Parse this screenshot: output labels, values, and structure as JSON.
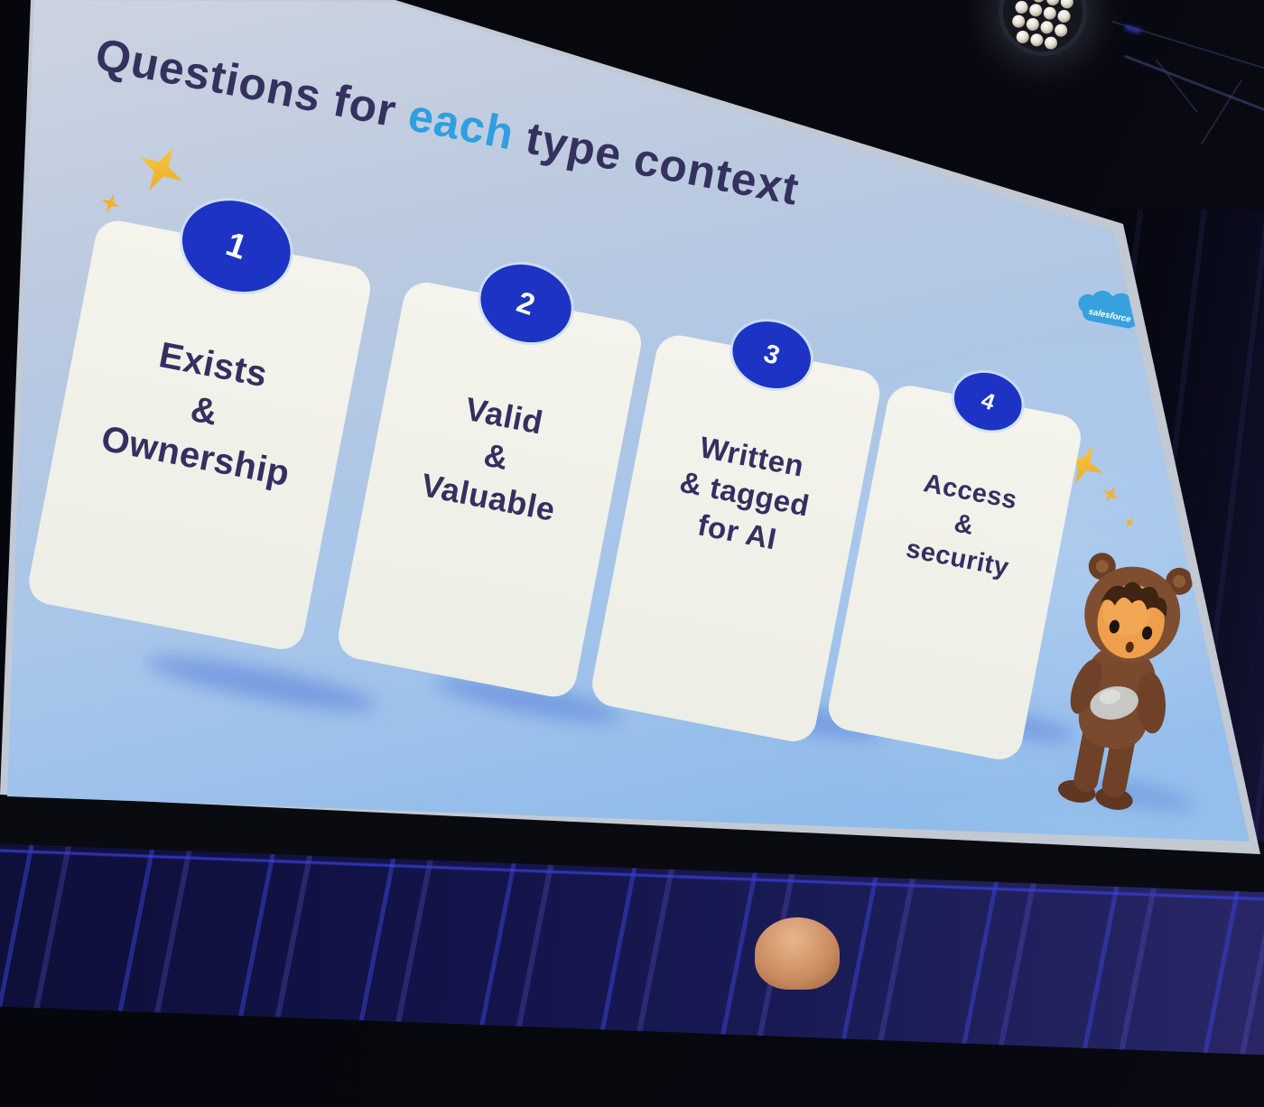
{
  "slide": {
    "title": {
      "prefix": "Questions for ",
      "highlight": "each",
      "suffix": " type context"
    },
    "cards": [
      {
        "number": "1",
        "lines": [
          "Exists",
          "&",
          "Ownership"
        ]
      },
      {
        "number": "2",
        "lines": [
          "Valid",
          "&",
          "Valuable"
        ]
      },
      {
        "number": "3",
        "lines": [
          "Written",
          "& tagged",
          "for AI"
        ]
      },
      {
        "number": "4",
        "lines": [
          "Access",
          "&",
          "security"
        ]
      }
    ],
    "logo_text": "salesforce",
    "colors": {
      "badge_blue": "#1d33c4",
      "title_navy": "#35315f",
      "highlight_blue": "#2e9fe0",
      "card_cream": "#f2f1e8",
      "slide_sky": "#9cc3ea",
      "sparkle_gold": "#f0b232",
      "logo_blue": "#36a1dd"
    }
  }
}
